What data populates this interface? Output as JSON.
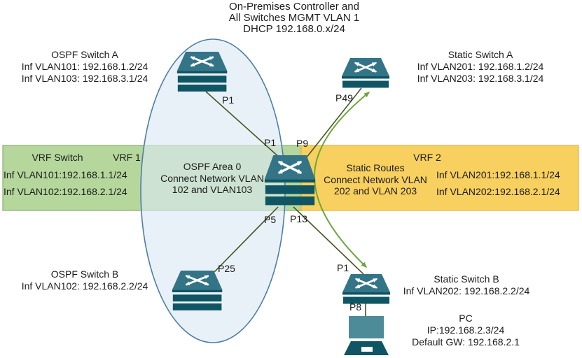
{
  "title": {
    "line1": "On-Premises Controller and",
    "line2": "All Switches MGMT VLAN 1",
    "line3": "DHCP 192.168.0.x/24"
  },
  "nodes": {
    "ospf_switch_a": {
      "name": "OSPF Switch A",
      "line1": "Inf VLAN101: 192.168.1.2/24",
      "line2": "Inf VLAN103: 192.168.3.1/24"
    },
    "static_switch_a": {
      "name": "Static Switch A",
      "line1": "Inf VLAN201: 192.168.1.2/24",
      "line2": "Inf VLAN203: 192.168.3.1/24"
    },
    "ospf_switch_b": {
      "name": "OSPF Switch B",
      "line1": "Inf VLAN102: 192.168.2.2/24"
    },
    "static_switch_b": {
      "name": "Static Switch B",
      "line1": "Inf VLAN202: 192.168.2.2/24"
    },
    "pc": {
      "name": "PC",
      "line1": "IP:192.168.2.3/24",
      "line2": "Default GW: 192.168.2.1"
    }
  },
  "zones": {
    "vrf1": {
      "switch_label": "VRF Switch",
      "vrf_label": "VRF 1",
      "line1": "Inf VLAN101:192.168.1.1/24",
      "line2": "Inf VLAN102:192.168.2.1/24"
    },
    "ospf_area": {
      "line1": "OSPF Area 0",
      "line2": "Connect Network VLAN",
      "line3": "102 and VLAN103"
    },
    "vrf2": {
      "vrf_label": "VRF 2",
      "route_line1": "Static Routes",
      "route_line2": "Connect Network VLAN",
      "route_line3": "202 and VLAN 203",
      "line1": "Inf VLAN201:192.168.1.1/24",
      "line2": "Inf VLAN202:192.168.2.1/24"
    }
  },
  "ports": {
    "ospf_a_p1": "P1",
    "core_p1": "P1",
    "core_p9": "P9",
    "core_p5": "P5",
    "core_p13": "P13",
    "ospf_b_p25": "P25",
    "static_a_p49": "P49",
    "static_b_p1": "P1",
    "static_b_p8": "P8"
  },
  "colors": {
    "switch_top": "#347487",
    "switch_stack": "#0f5563",
    "vrf1_zone_fill": "#b5d79c",
    "vrf1_zone_border": "#8aaf6d",
    "vrf2_zone_fill": "#f8d05f",
    "vrf2_zone_border": "#e3b640",
    "ellipse_fill": "#dbe8f4",
    "ellipse_border": "#4d7ea8",
    "link_line": "#465522",
    "flow_arrow": "#6ca63c",
    "pc_screen": "#4d8b98"
  }
}
